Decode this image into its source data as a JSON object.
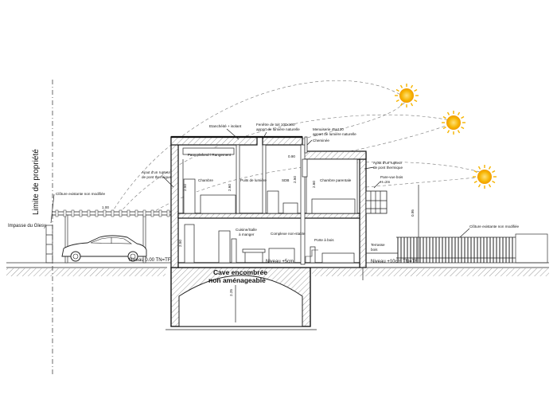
{
  "labels": {
    "property_limit": "Limite de propriété",
    "street": "Impasse du Glesy",
    "existing_fence_left": "Clôture existante non modifiée",
    "existing_fence_right": "Clôture existante non modifiée",
    "waterproofing": "Etanchéité + isolant",
    "window": "Fenêtre de toit 100x100",
    "window_sub": "apport de lumière naturelle",
    "joinery": "Menuiserie 45x120",
    "joinery_sub": "apport de lumière naturelle",
    "chimney": "Cheminée",
    "storage": "Faux plafond / Rangement",
    "thermal_bridge_left": "Ajout d'un rupteur",
    "thermal_bridge_left_sub": "de pont thermique",
    "thermal_bridge_right": "Ajout d'un rupteur",
    "thermal_bridge_right_sub": "de pont thermique",
    "wood_panel": "Pare-vue bois",
    "wood_panel_sub": "H=2m",
    "bedroom": "Chambre",
    "light_well": "Puits de lumière",
    "bathroom": "SDB",
    "parent_bedroom": "Chambre parentale",
    "kitchen": "Cuisine/Salle",
    "kitchen_sub": "à manger",
    "living": "Complexe non-stable",
    "wood_door": "Porte à bois",
    "terrace": "Terrasse",
    "terrace_sub": "bois",
    "level_0": "Niveau 0.00 TN=TF",
    "level_mid": "Niveau +5cm",
    "level_right": "Niveau +10cm TN=TF",
    "cellar": "Cave encombrée",
    "cellar_sub": "non aménageable",
    "dim_cellar": "2.25",
    "dim_l1": "2.50",
    "dim_l2": "2.60",
    "dim_r1": "2.50",
    "dim_r2": "2.60",
    "dim_side": "0.95",
    "dim_top": "0.90",
    "dim_fence": "1.00",
    "dim_gf": "2.50"
  },
  "colors": {
    "sun": "#f6b400",
    "sun_glow": "#ffd24a",
    "ink": "#111111"
  },
  "icons": {
    "sun": "sun-icon",
    "car": "car-icon"
  }
}
